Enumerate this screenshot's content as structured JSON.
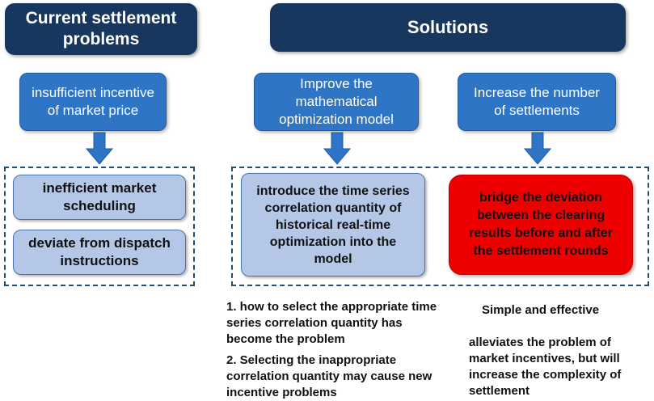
{
  "left": {
    "header": "Current settlement problems",
    "cause": "insufficient incentive of market price",
    "problems": [
      "inefficient market scheduling",
      "deviate from dispatch instructions"
    ]
  },
  "solutions": {
    "header": "Solutions",
    "option1": {
      "label": "Improve the mathematical optimization model",
      "detail": "introduce the time series correlation quantity of historical real-time optimization into the model",
      "notes": [
        "1. how to select the appropriate time series correlation quantity has become the problem",
        "2. Selecting the inappropriate correlation quantity may cause new incentive problems"
      ]
    },
    "option2": {
      "label": "Increase the number of settlements",
      "detail": "bridge the deviation between the clearing results before and after the settlement rounds",
      "notes": [
        "Simple and effective",
        "alleviates the problem of market incentives, but will increase the complexity of settlement"
      ]
    }
  },
  "colors": {
    "header_navy": "#17375e",
    "mid_blue": "#2e75c6",
    "light_blue": "#b4c7e7",
    "highlight_red": "#ee0000"
  }
}
